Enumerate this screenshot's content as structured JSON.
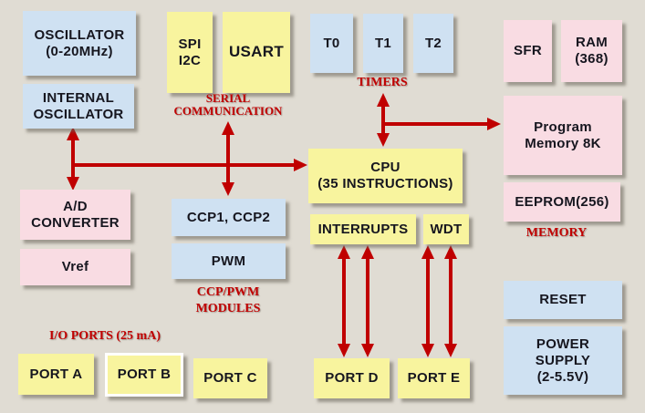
{
  "diagram": {
    "blocks": {
      "oscillator": {
        "label": "OSCILLATOR\n(0-20MHz)"
      },
      "internal_oscillator": {
        "label": "INTERNAL\nOSCILLATOR"
      },
      "spi_i2c": {
        "label": "SPI\nI2C"
      },
      "usart": {
        "label": "USART"
      },
      "t0": {
        "label": "T0"
      },
      "t1": {
        "label": "T1"
      },
      "t2": {
        "label": "T2"
      },
      "sfr": {
        "label": "SFR"
      },
      "ram": {
        "label": "RAM\n(368)"
      },
      "program_memory": {
        "label": "Program\nMemory 8K"
      },
      "eeprom": {
        "label": "EEPROM(256)"
      },
      "cpu": {
        "label": "CPU\n(35 INSTRUCTIONS)"
      },
      "interrupts": {
        "label": "INTERRUPTS"
      },
      "wdt": {
        "label": "WDT"
      },
      "ccp": {
        "label": "CCP1, CCP2"
      },
      "pwm": {
        "label": "PWM"
      },
      "ad_converter": {
        "label": "A/D\nCONVERTER"
      },
      "vref": {
        "label": "Vref"
      },
      "reset": {
        "label": "RESET"
      },
      "power_supply": {
        "label": "POWER\nSUPPLY\n(2-5.5V)"
      },
      "port_a": {
        "label": "PORT A"
      },
      "port_b": {
        "label": "PORT B"
      },
      "port_c": {
        "label": "PORT C"
      },
      "port_d": {
        "label": "PORT D"
      },
      "port_e": {
        "label": "PORT E"
      }
    },
    "group_labels": {
      "serial_communication": "SERIAL\nCOMMUNICATION",
      "timers": "TIMERS",
      "memory": "MEMORY",
      "ccp_pwm_modules": "CCP/PWM\nMODULES",
      "io_ports": "I/O PORTS (25 mA)"
    },
    "connections": [
      "internal-oscillator <-> a/d-converter (vertical double arrow)",
      "serial-communication <-> ccp1-ccp2 (vertical double arrow)",
      "left bus -> cpu (horizontal arrow)",
      "timers <-> cpu (vertical double arrow)",
      "timers bus -> program-memory (horizontal arrow)",
      "interrupts <-> port-d (two vertical double arrows)",
      "wdt <-> port-e (two vertical double arrows)"
    ],
    "colors": {
      "background": "#e0dcd3",
      "block_blue": "#cfe1f2",
      "block_yellow": "#f8f49e",
      "block_pink": "#f9dce3",
      "accent_red": "#c00000",
      "block_text": "#16161f"
    }
  }
}
